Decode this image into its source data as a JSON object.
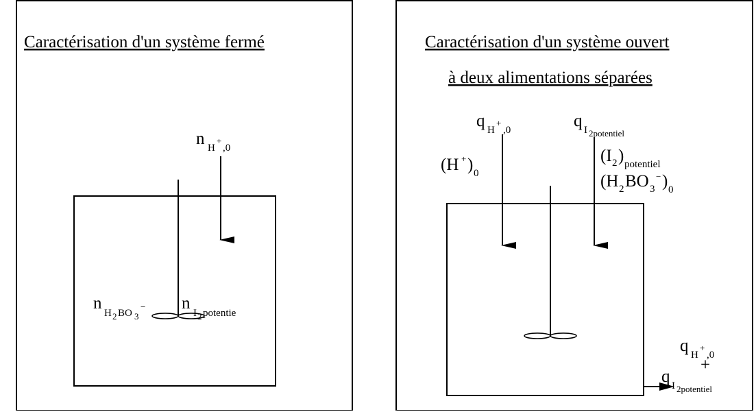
{
  "panel_closed": {
    "title": "Caractérisation d'un système fermé",
    "n_H_label": "n",
    "n_H_sub": "H",
    "n_H_sup": "+",
    "n_H_tail": ",0",
    "n_borate_main": "n",
    "n_borate_sub": "H",
    "n_borate_sub2": "2",
    "n_borate_sub3": "BO",
    "n_borate_sub4": "3",
    "n_borate_sup": "−",
    "n_I2_main": "n",
    "n_I2_sub": "I",
    "n_I2_sub2": "2",
    "n_I2_sub3": "potentie"
  },
  "panel_open": {
    "title_line1": "Caractérisation d'un système ouvert",
    "title_line2": "à deux alimentations séparées",
    "q_H_main": "q",
    "q_H_sub": "H",
    "q_H_sup": "+",
    "q_H_tail": ",0",
    "q_I2_main": "q",
    "q_I2_sub": "I",
    "q_I2_sub2": "2potentiel",
    "feed_H": "(H",
    "feed_H_sup": "+",
    "feed_H_close": ")",
    "feed_H_sub": "0",
    "feed_I2_open": "(I",
    "feed_I2_sub": "2",
    "feed_I2_close": ")",
    "feed_I2_sub2": "potentiel",
    "feed_borate_open": "(H",
    "feed_borate_sub": "2",
    "feed_borate_mid": "BO",
    "feed_borate_sub2": "3",
    "feed_borate_sup": "−",
    "feed_borate_close": ")",
    "feed_borate_sub3": "0",
    "out_qH_main": "q",
    "out_qH_sub": "H",
    "out_qH_sup": "+",
    "out_qH_tail": ",0",
    "out_plus": "+",
    "out_qI2_main": "q",
    "out_qI2_sub": "I",
    "out_qI2_sub2": "2potentiel"
  }
}
